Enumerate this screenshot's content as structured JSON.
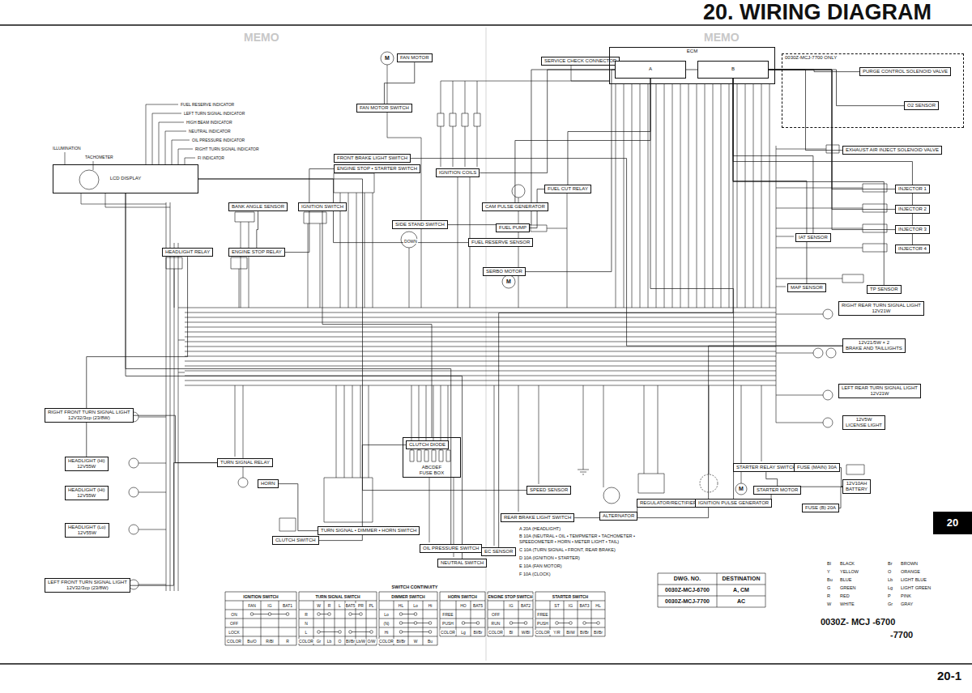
{
  "diagram": {
    "title": "20. WIRING DIAGRAM",
    "nodes": [
      {
        "text": [
          "FAN MOTOR"
        ]
      },
      {
        "text": [
          "FAN MOTOR SWITCH"
        ]
      },
      {
        "text": [
          "IGNITION COILS"
        ]
      },
      {
        "text": [
          "SERVICE CHECK CONNECTOR"
        ]
      },
      {
        "text": [
          "ECM"
        ]
      },
      {
        "text": [
          "A"
        ],
        "in": 4
      },
      {
        "text": [
          "B"
        ],
        "in": 4
      },
      {
        "text": [
          "0030Z-MCJ-7700 ONLY"
        ]
      },
      {
        "text": [
          "PURGE CONTROL SOLENOID VALVE"
        ],
        "in": 7
      },
      {
        "text": [
          "O2 SENSOR"
        ],
        "in": 7
      },
      {
        "text": [
          "EXHAUST AIR INJECT SOLENOID VALVE"
        ]
      },
      {
        "text": [
          "INJECTOR 1"
        ]
      },
      {
        "text": [
          "INJECTOR 2"
        ]
      },
      {
        "text": [
          "INJECTOR 3"
        ]
      },
      {
        "text": [
          "INJECTOR 4"
        ]
      },
      {
        "text": [
          "FRONT BRAKE LIGHT SWITCH"
        ]
      },
      {
        "text": [
          "ENGINE STOP • STARTER SWITCH"
        ]
      },
      {
        "text": [
          "LCD DISPLAY"
        ]
      },
      {
        "text": [
          "CAM PULSE GENERATOR"
        ]
      },
      {
        "text": [
          "FUEL CUT RELAY"
        ]
      },
      {
        "text": [
          "BANK ANGLE SENSOR"
        ]
      },
      {
        "text": [
          "IGNITION SWITCH"
        ]
      },
      {
        "text": [
          "SIDE STAND SWITCH"
        ]
      },
      {
        "text": [
          "FUEL PUMP"
        ]
      },
      {
        "text": [
          "IAT SENSOR"
        ]
      },
      {
        "text": [
          "FUEL RESERVE SENSOR"
        ]
      },
      {
        "text": [
          "HEADLIGHT RELAY"
        ]
      },
      {
        "text": [
          "ENGINE STOP RELAY"
        ]
      },
      {
        "text": [
          "SERBO MOTOR"
        ]
      },
      {
        "text": [
          "MAP SENSOR"
        ]
      },
      {
        "text": [
          "TP SENSOR"
        ]
      },
      {
        "text": [
          "RIGHT REAR TURN SIGNAL LIGHT",
          "12V21W"
        ]
      },
      {
        "text": [
          "12V21/5W × 2",
          "BRAKE AND TAILLIGHTS"
        ]
      },
      {
        "text": [
          "LEFT REAR TURN SIGNAL LIGHT",
          "12V21W"
        ]
      },
      {
        "text": [
          "12V5W",
          "LICENSE LIGHT"
        ]
      },
      {
        "text": [
          "RIGHT FRONT TURN SIGNAL LIGHT",
          "12V32/3cp (23/8W)"
        ]
      },
      {
        "text": [
          "TURN SIGNAL RELAY"
        ]
      },
      {
        "text": [
          "HEADLIGHT (Hi)",
          "12V55W"
        ]
      },
      {
        "text": [
          "STARTER RELAY SWITCH"
        ]
      },
      {
        "text": [
          "FUSE (MAIN) 30A"
        ]
      },
      {
        "text": [
          "ABCDEF",
          "FUSE BOX"
        ]
      },
      {
        "text": [
          "CLUTCH DIODE"
        ],
        "in": 40
      },
      {
        "text": [
          "HORN"
        ]
      },
      {
        "text": [
          "HEADLIGHT (Hi)",
          "12V55W"
        ]
      },
      {
        "text": [
          "SPEED SENSOR"
        ]
      },
      {
        "text": [
          "STARTER MOTOR"
        ]
      },
      {
        "text": [
          "ALTERNATOR"
        ]
      },
      {
        "text": [
          "REGULATOR/RECTIFIER"
        ]
      },
      {
        "text": [
          "IGNITION PULSE GENERATOR"
        ]
      },
      {
        "text": [
          "12V10AH",
          "BATTERY"
        ]
      },
      {
        "text": [
          "FUSE (B) 20A"
        ]
      },
      {
        "text": [
          "REAR BRAKE LIGHT SWITCH"
        ]
      },
      {
        "text": [
          "TURN SIGNAL • DIMMER • HORN SWITCH"
        ]
      },
      {
        "text": [
          "HEADLIGHT (Lo)",
          "12V55W"
        ]
      },
      {
        "text": [
          "CLUTCH SWITCH"
        ]
      },
      {
        "text": [
          "OIL PRESSURE SWITCH"
        ]
      },
      {
        "text": [
          "NEUTRAL SWITCH"
        ]
      },
      {
        "text": [
          "EC SENSOR"
        ]
      },
      {
        "text": [
          "LEFT FRONT TURN SIGNAL LIGHT",
          "12V32/3cp (23/8W)"
        ]
      }
    ],
    "edges": [
      {
        "from": 0,
        "to": 1,
        "arrow": "none"
      },
      {
        "from": 2,
        "to": 5,
        "arrow": "none"
      },
      {
        "from": 3,
        "to": 5,
        "arrow": "none"
      },
      {
        "from": 18,
        "to": 5,
        "arrow": "none"
      },
      {
        "from": 19,
        "to": 23,
        "arrow": "none"
      },
      {
        "from": 19,
        "to": 5,
        "arrow": "none"
      },
      {
        "from": 11,
        "to": 6,
        "arrow": "none"
      },
      {
        "from": 12,
        "to": 6,
        "arrow": "none"
      },
      {
        "from": 13,
        "to": 6,
        "arrow": "none"
      },
      {
        "from": 14,
        "to": 6,
        "arrow": "none"
      },
      {
        "from": 24,
        "to": 6,
        "arrow": "none"
      },
      {
        "from": 29,
        "to": 6,
        "arrow": "none"
      },
      {
        "from": 30,
        "to": 6,
        "arrow": "none"
      },
      {
        "from": 10,
        "to": 6,
        "arrow": "none"
      },
      {
        "from": 8,
        "to": 6,
        "arrow": "none"
      },
      {
        "from": 9,
        "to": 6,
        "arrow": "none"
      },
      {
        "from": 25,
        "to": 17,
        "arrow": "none"
      },
      {
        "from": 28,
        "to": 6,
        "arrow": "none"
      },
      {
        "from": 22,
        "to": 5,
        "arrow": "none"
      },
      {
        "from": 21,
        "to": 40,
        "arrow": "none"
      },
      {
        "from": 20,
        "to": 27,
        "arrow": "none"
      },
      {
        "from": 26,
        "to": 37,
        "arrow": "none"
      },
      {
        "from": 36,
        "to": 35,
        "arrow": "none"
      },
      {
        "from": 36,
        "to": 58,
        "arrow": "none"
      },
      {
        "from": 52,
        "to": 42,
        "arrow": "none"
      },
      {
        "from": 54,
        "to": 41,
        "arrow": "none"
      },
      {
        "from": 55,
        "to": 17,
        "arrow": "none"
      },
      {
        "from": 56,
        "to": 17,
        "arrow": "none"
      },
      {
        "from": 44,
        "to": 17,
        "arrow": "none"
      },
      {
        "from": 51,
        "to": 32,
        "arrow": "none"
      },
      {
        "from": 46,
        "to": 47,
        "arrow": "none"
      },
      {
        "from": 47,
        "to": 49,
        "arrow": "none"
      },
      {
        "from": 38,
        "to": 45,
        "arrow": "none"
      },
      {
        "from": 39,
        "to": 49,
        "arrow": "none"
      },
      {
        "from": 50,
        "to": 49,
        "arrow": "none"
      },
      {
        "from": 48,
        "to": 5,
        "arrow": "none"
      },
      {
        "from": 57,
        "to": 6,
        "arrow": "none"
      },
      {
        "from": 16,
        "to": 27,
        "arrow": "none"
      },
      {
        "from": 15,
        "to": 32,
        "arrow": "none"
      }
    ],
    "labels": [
      "MEMO",
      "MEMO",
      "FUEL RESERVE INDICATOR",
      "LEFT TURN SIGNAL INDICATOR",
      "HIGH BEAM INDICATOR",
      "NEUTRAL INDICATOR",
      "OIL PRESSURE INDICATOR",
      "RIGHT TURN SIGNAL INDICATOR",
      "FI INDICATOR",
      "ILLUMINATION",
      "TACHOMETER",
      "DOWN",
      "A 20A (HEADLIGHT)",
      "B 10A (NEUTRAL • OIL • TEMPMETER • TACHOMETER • SPEEDOMETER • HORN • METER LIGHT • TAIL)",
      "C 10A (TURN SIGNAL • FRONT, REAR BRAKE)",
      "D 10A (IGNITION • STARTER)",
      "E 10A (FAN MOTOR)",
      "F 10A (CLOCK)",
      "DWG. NO.",
      "DESTINATION",
      "0030Z-MCJ-6700",
      "A, CM",
      "0030Z-MCJ-7700",
      "AC",
      "0030Z- MCJ -6700",
      "-7700",
      "20",
      "20-1",
      "Bl",
      "BLACK",
      "Y",
      "YELLOW",
      "Bu",
      "BLUE",
      "G",
      "GREEN",
      "R",
      "RED",
      "W",
      "WHITE",
      "Br",
      "BROWN",
      "O",
      "ORANGE",
      "Lb",
      "LIGHT BLUE",
      "Lg",
      "LIGHT GREEN",
      "P",
      "PINK",
      "Gr",
      "GRAY",
      "SWITCH CONTINUITY",
      "IGNITION SWITCH",
      "FAN",
      "IG",
      "BAT1",
      "ON",
      "OFF",
      "LOCK",
      "COLOR",
      "Bu/O",
      "R/Bl",
      "R",
      "TURN SIGNAL SWITCH",
      "W",
      "R",
      "L",
      "BAT5",
      "PR",
      "PL",
      "R",
      "N",
      "L",
      "COLOR",
      "Gr",
      "Lb",
      "O",
      "Bl/Br",
      "Lb/W",
      "O/W",
      "DIMMER SWITCH",
      "HL",
      "Lo",
      "Hi",
      "Lo",
      "(N)",
      "Hi",
      "COLOR",
      "Bl/Br",
      "W",
      "Bu",
      "HORN SWITCH",
      "HO",
      "BAT5",
      "FREE",
      "PUSH",
      "COLOR",
      "Lg",
      "Bl/Br",
      "ENGINE STOP SWITCH",
      "IG",
      "BAT2",
      "OFF",
      "RUN",
      "COLOR",
      "Bl",
      "W/Bl",
      "STARTER SWITCH",
      "ST",
      "IG",
      "BAT3",
      "HL",
      "FREE",
      "PUSH",
      "COLOR",
      "Y/R",
      "Bl/W",
      "Bl/Br",
      "Bl/Br",
      "M",
      "M",
      "M"
    ]
  }
}
